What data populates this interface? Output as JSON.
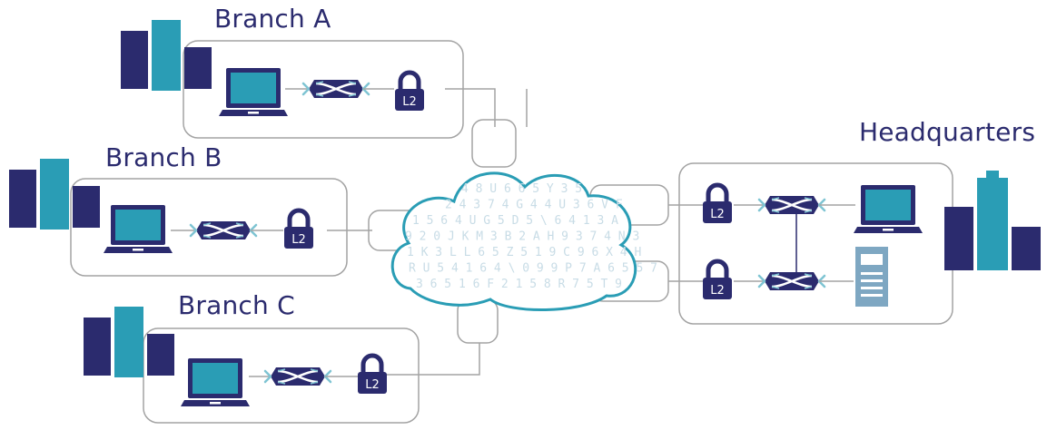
{
  "sites": {
    "branch_a": {
      "label": "Branch A"
    },
    "branch_b": {
      "label": "Branch B"
    },
    "branch_c": {
      "label": "Branch C"
    },
    "headquarters": {
      "label": "Headquarters"
    }
  },
  "lock_label": "L2",
  "cloud_text_rows": [
    "4 8 U 6 6 5 Y 3 5",
    "2 4 3 7 4 G 4 4 U 3 6 V F",
    "1 5   6 4 U G 5 D 5 \\ 6 4 1 3 A",
    "9 2 0 J K M 3 B 2 A H 9 3 7 4 N 3",
    "1 K 3 L L 6 5 Z 5 1 9 C 9 6 X 4 H",
    "R U 5 4 1 6 4 \\ 0 9 9 P 7 A 6 5 5 7",
    "3 6 5   1 6 F 2 1 5 8 R 7 5 T 9"
  ],
  "colors": {
    "navy": "#2b2b6e",
    "teal": "#2a9db5",
    "light_teal": "#7fc4d3",
    "line_grey": "#a3a3a3",
    "cloud_text_light": "#c8dce6",
    "server_blue": "#7ea7c2"
  }
}
